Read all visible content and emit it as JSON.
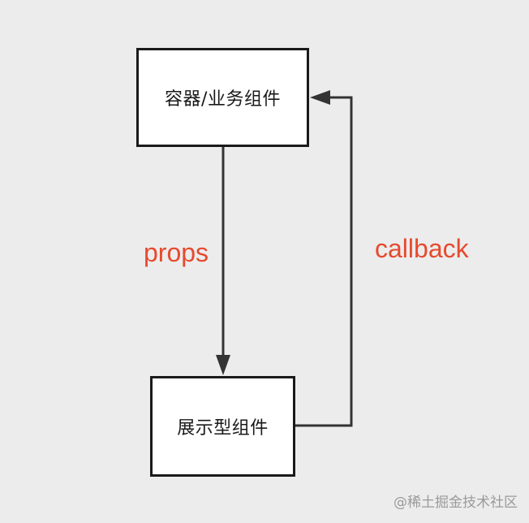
{
  "nodes": {
    "container_label": "容器/业务组件",
    "display_label": "展示型组件"
  },
  "edges": {
    "props_label": "props",
    "callback_label": "callback"
  },
  "watermark": "@稀土掘金技术社区",
  "colors": {
    "background": "#ececec",
    "box_fill": "#ffffff",
    "stroke": "#333333",
    "edge_label": "#e64a2e",
    "watermark": "#9a9a9a"
  }
}
